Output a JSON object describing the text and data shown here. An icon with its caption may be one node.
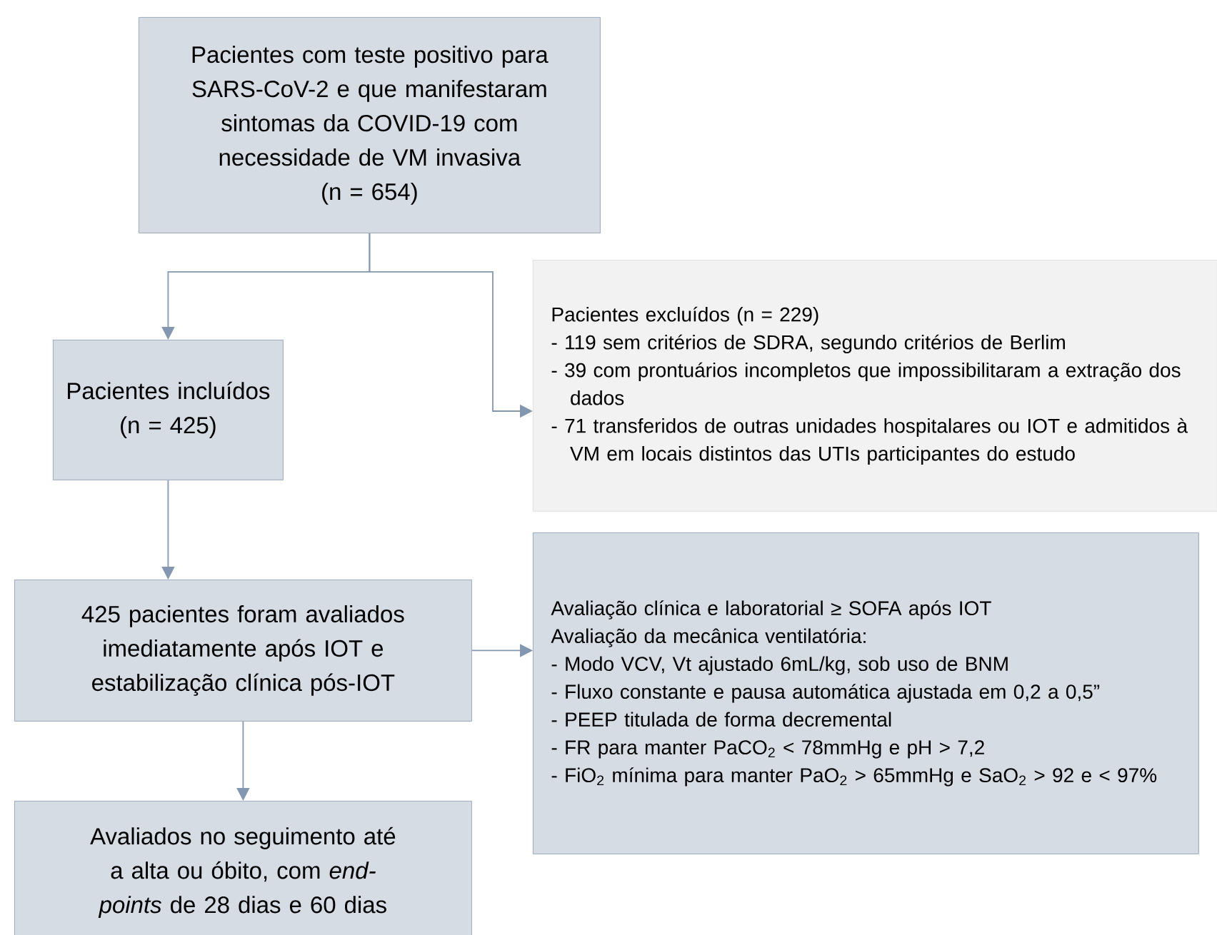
{
  "diagram": {
    "nodes": [
      {
        "text": [
          "Pacientes com teste positivo para SARS-CoV-2 e que manifestaram sintomas da COVID-19 com necessidade de VM invasiva",
          "(n = 654)"
        ]
      },
      {
        "text": [
          "Pacientes incluídos",
          "(n = 425)"
        ]
      },
      {
        "text": [
          "Pacientes excluídos (n = 229)",
          "- 119 sem critérios de SDRA, segundo critérios de Berlim",
          "- 39 com prontuários incompletos que impossibilitaram a extração dos dados",
          "- 71 transferidos de outras unidades hospitalares ou IOT e admitidos à VM em locais distintos das UTIs participantes do estudo"
        ]
      },
      {
        "text": [
          "425 pacientes foram avaliados imediatamente após IOT e estabilização clínica pós-IOT"
        ]
      },
      {
        "text": [
          "Avaliação clínica e laboratorial ≥ SOFA após IOT",
          "Avaliação da mecânica ventilatória:",
          "- Modo VCV, Vt ajustado 6mL/kg, sob uso de BNM",
          "- Fluxo constante e pausa automática ajustada em 0,2 a 0,5”",
          "- PEEP titulada de forma decremental",
          "- FR para manter PaCO$_{2}$ < 78mmHg e pH > 7,2",
          "- FiO$_{2}$ mínima para manter PaO$_{2}$ > 65mmHg e SaO$_{2}$ > 92 e < 97%"
        ]
      },
      {
        "text": [
          "Avaliados no seguimento até a alta ou óbito, com *end-points* de 28 dias e 60 dias"
        ]
      }
    ],
    "edges": [
      {
        "from": 0,
        "to": 1,
        "arrow": "to"
      },
      {
        "from": 0,
        "to": 2,
        "arrow": "to"
      },
      {
        "from": 1,
        "to": 3,
        "arrow": "to"
      },
      {
        "from": 3,
        "to": 4,
        "arrow": "to"
      },
      {
        "from": 3,
        "to": 5,
        "arrow": "to"
      }
    ]
  }
}
